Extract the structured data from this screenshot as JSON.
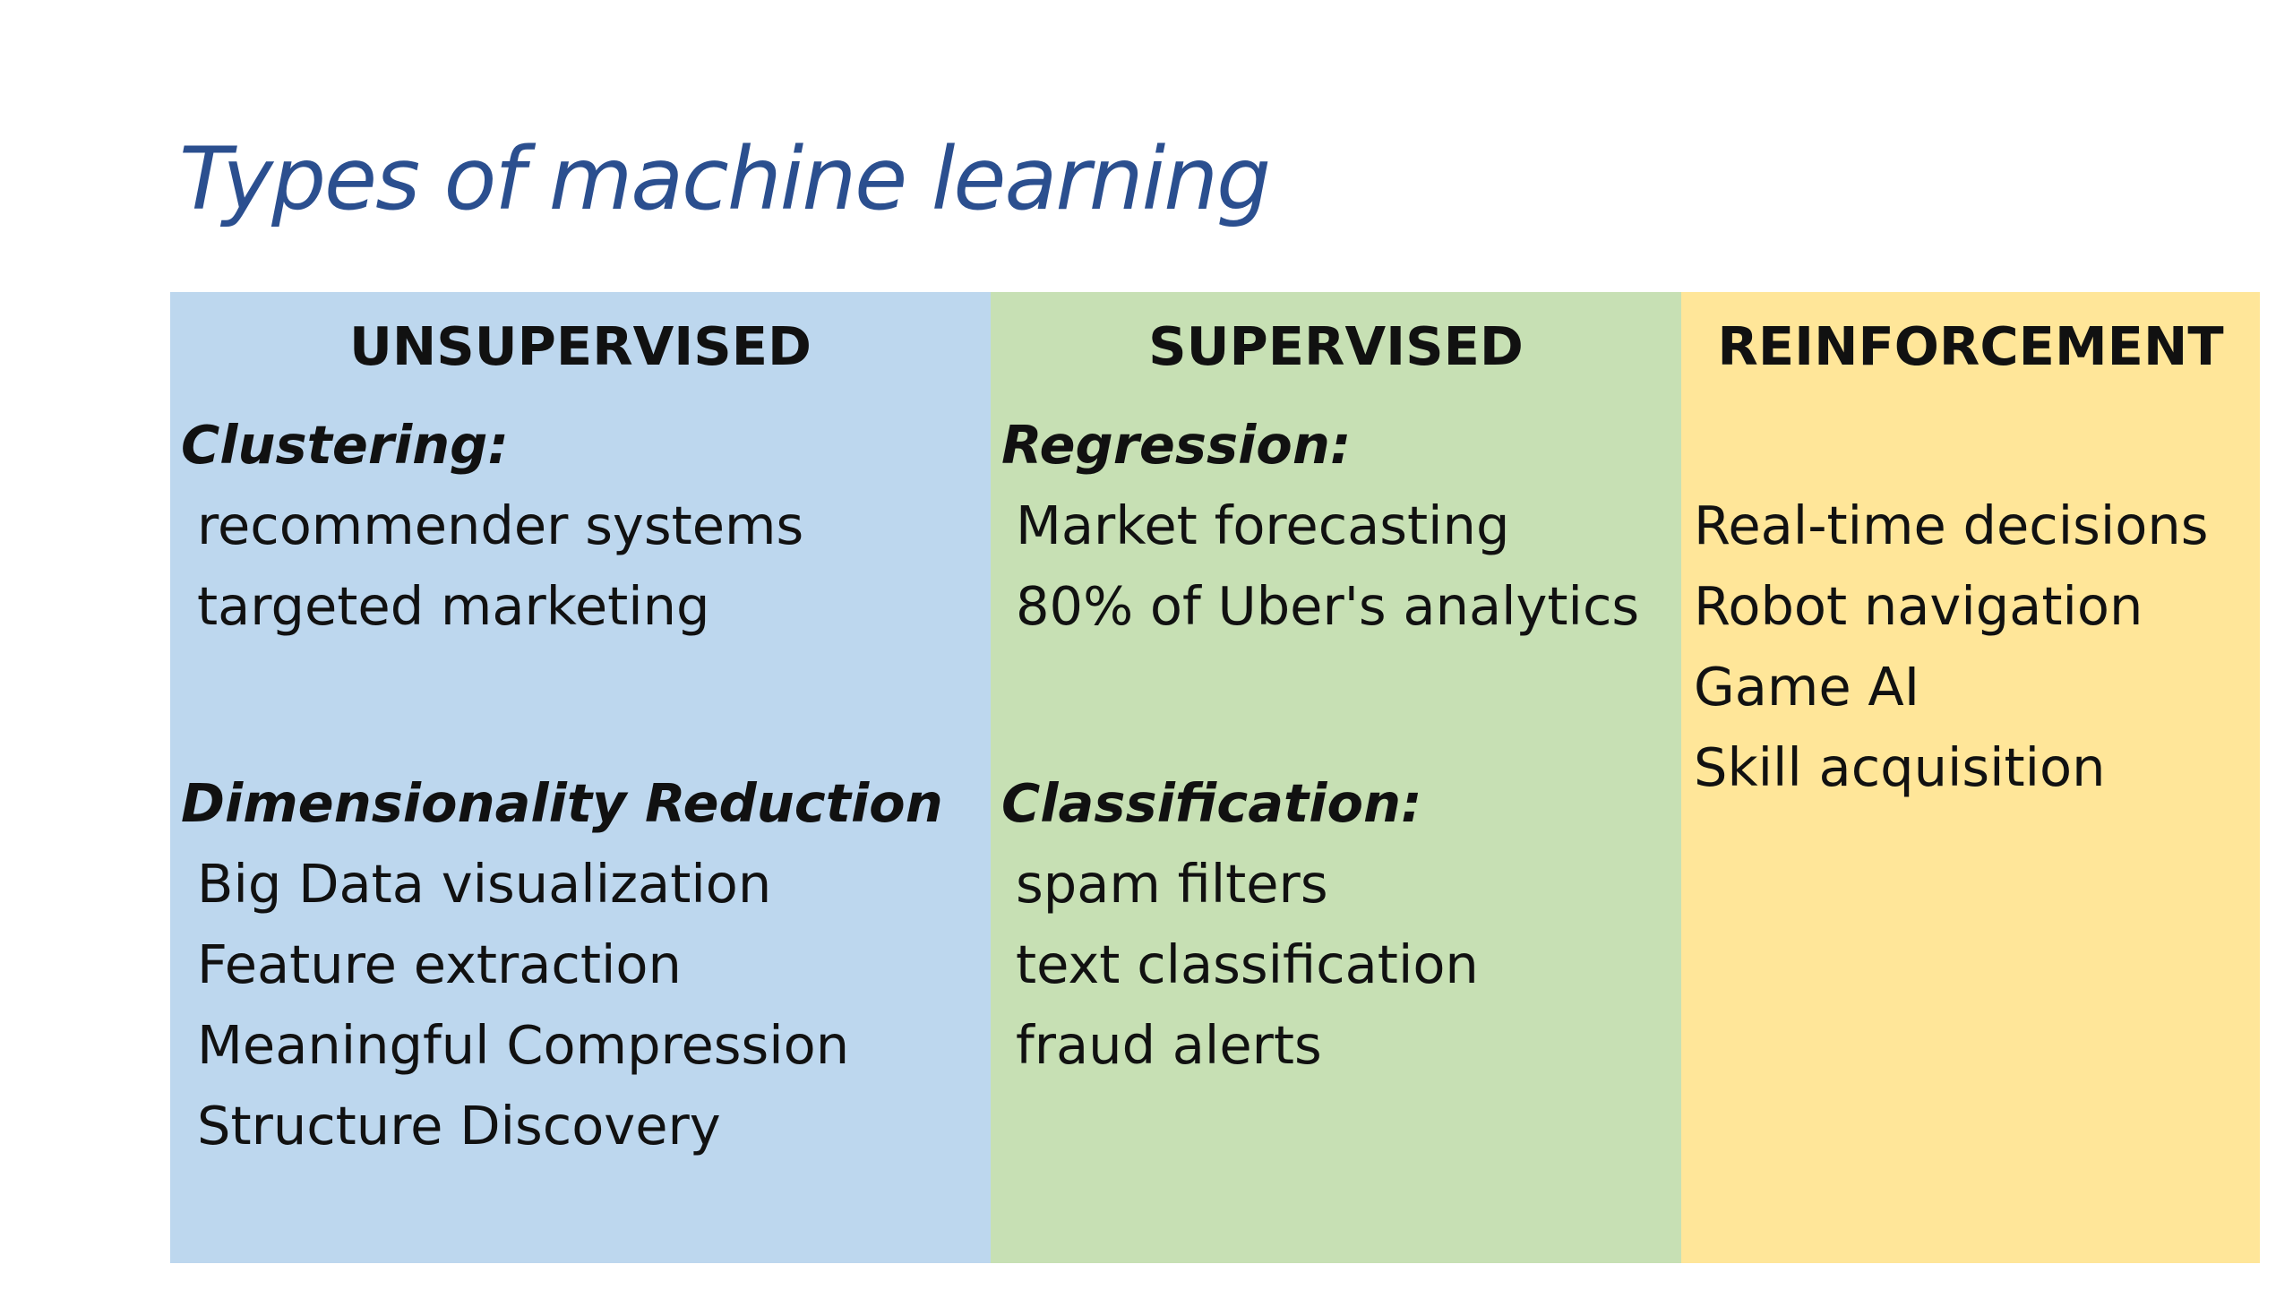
{
  "slide": {
    "title": "Types of machine learning"
  },
  "columns": {
    "unsupervised": {
      "header": "UNSUPERVISED",
      "sections": [
        {
          "title": "Clustering:",
          "items": [
            "recommender systems",
            "targeted marketing"
          ]
        },
        {
          "title": "Dimensionality Reduction",
          "items": [
            "Big Data visualization",
            "Feature extraction",
            "Meaningful Compression",
            "Structure Discovery"
          ]
        }
      ]
    },
    "supervised": {
      "header": "SUPERVISED",
      "sections": [
        {
          "title": "Regression:",
          "items": [
            "Market forecasting",
            "80% of Uber's analytics"
          ]
        },
        {
          "title": "Classification:",
          "items": [
            "spam filters",
            "text classification",
            "fraud alerts"
          ]
        }
      ]
    },
    "reinforcement": {
      "header": "REINFORCEMENT",
      "items": [
        "Real-time decisions",
        "Robot navigation",
        "Game AI",
        "Skill acquisition"
      ]
    }
  },
  "colors": {
    "title": "#2b4f8f",
    "unsupervised_bg": "#bdd7ee",
    "supervised_bg": "#c7e0b4",
    "reinforcement_bg": "#ffe699"
  }
}
